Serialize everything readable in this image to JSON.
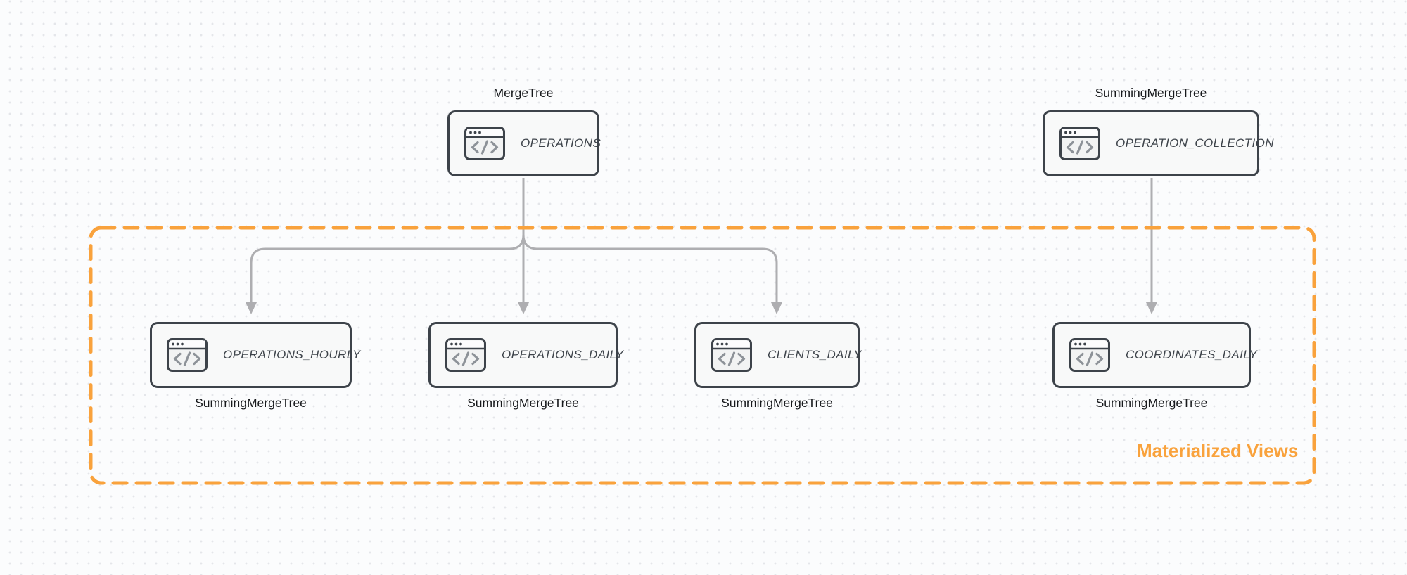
{
  "diagram": {
    "group": {
      "label": "Materialized Views",
      "border_color": "#F9A23C",
      "label_color": "#F9A23C"
    },
    "nodes": [
      {
        "table": "OPERATIONS",
        "engine": "MergeTree",
        "engine_position": "top",
        "icon": "code-window-icon"
      },
      {
        "table": "OPERATION_COLLECTION",
        "engine": "SummingMergeTree",
        "engine_position": "top",
        "icon": "code-window-icon"
      },
      {
        "table": "OPERATIONS_HOURLY",
        "engine": "SummingMergeTree",
        "engine_position": "bottom",
        "icon": "code-window-icon"
      },
      {
        "table": "OPERATIONS_DAILY",
        "engine": "SummingMergeTree",
        "engine_position": "bottom",
        "icon": "code-window-icon"
      },
      {
        "table": "CLIENTS_DAILY",
        "engine": "SummingMergeTree",
        "engine_position": "bottom",
        "icon": "code-window-icon"
      },
      {
        "table": "COORDINATES_DAILY",
        "engine": "SummingMergeTree",
        "engine_position": "bottom",
        "icon": "code-window-icon"
      }
    ],
    "edges": [
      {
        "from": "OPERATIONS",
        "to": "OPERATIONS_HOURLY"
      },
      {
        "from": "OPERATIONS",
        "to": "OPERATIONS_DAILY"
      },
      {
        "from": "OPERATIONS",
        "to": "CLIENTS_DAILY"
      },
      {
        "from": "OPERATION_COLLECTION",
        "to": "COORDINATES_DAILY"
      }
    ],
    "colors": {
      "node_border": "#3D434A",
      "node_fill": "#F8F9F9",
      "node_text": "#3D434A",
      "connector": "#AEAEB1",
      "accent_orange": "#F9A23C",
      "background": "#FBFCFD",
      "grid_dot": "#E4E6EA"
    }
  }
}
